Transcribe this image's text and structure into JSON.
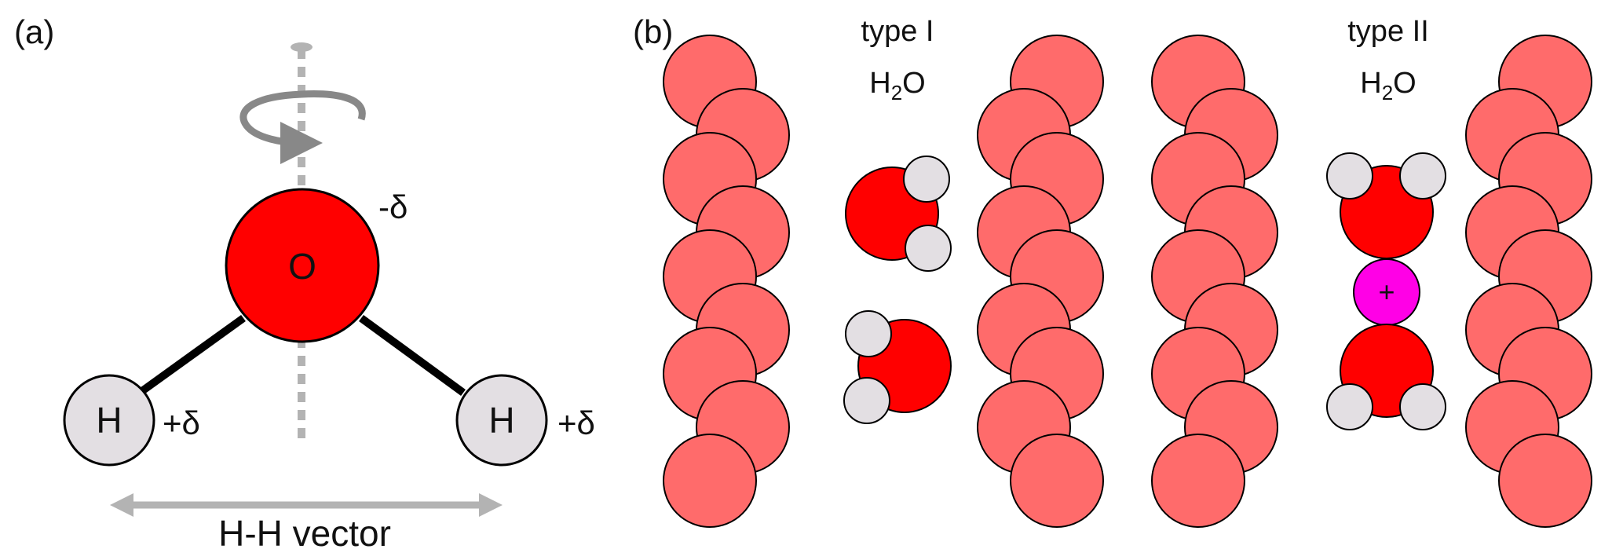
{
  "panel_a": {
    "label": "(a)",
    "oxygen": "O",
    "hydrogen_left": "H",
    "hydrogen_right": "H",
    "charge_oxygen": "-δ",
    "charge_h_left": "+δ",
    "charge_h_right": "+δ",
    "vector_label": "H-H vector"
  },
  "panel_b": {
    "label": "(b)",
    "type1_title": "type I",
    "type2_title": "type II",
    "molecule_prefix": "H",
    "molecule_sub": "2",
    "molecule_suffix": "O",
    "cation_symbol": "+"
  },
  "colors": {
    "oxygen": "#ff0000",
    "hydrogen": "#e3dfe3",
    "wall_atom": "#ff6b6b",
    "cation": "#ff00e6",
    "axis": "#b3b3b3",
    "arrow": "#888888"
  }
}
